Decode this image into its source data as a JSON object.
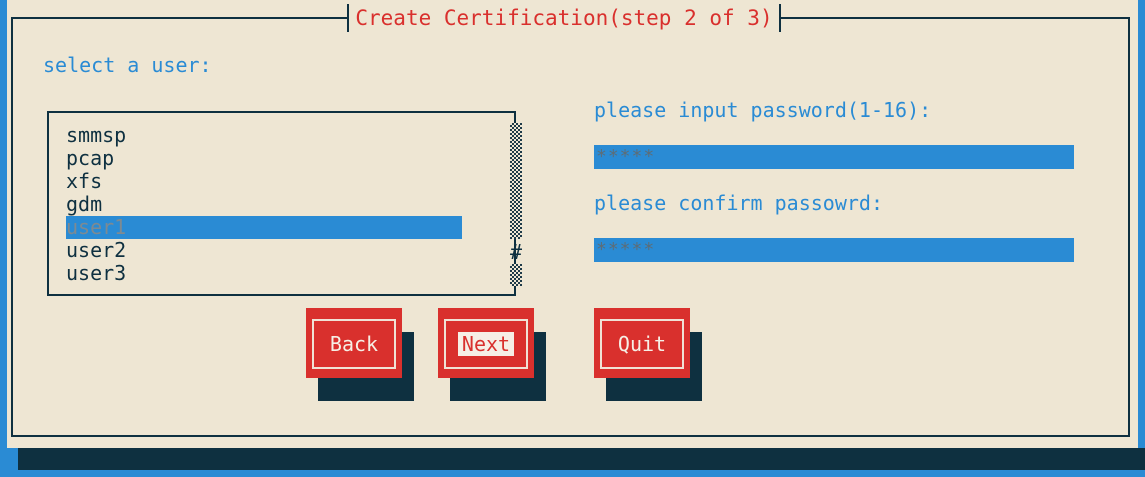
{
  "dialog": {
    "title": "Create Certification(step 2 of 3)"
  },
  "user_select": {
    "label": "select a user:",
    "items": [
      "smmsp",
      "pcap",
      "xfs",
      "gdm",
      "user1",
      "user2",
      "user3"
    ],
    "selected": "user1",
    "scroll_thumb_glyph": "#"
  },
  "password": {
    "label": "please input password(1-16):",
    "value": "*****"
  },
  "confirm": {
    "label": "please confirm passowrd:",
    "value": "*****"
  },
  "buttons": {
    "back": "Back",
    "next": "Next",
    "quit": "Quit",
    "focused": "next"
  },
  "colors": {
    "background": "#2a8bd4",
    "dialog": "#eee6d3",
    "title": "#d9302d",
    "button": "#d9302d",
    "label": "#2a8bd4",
    "shadow": "#0e3040"
  }
}
